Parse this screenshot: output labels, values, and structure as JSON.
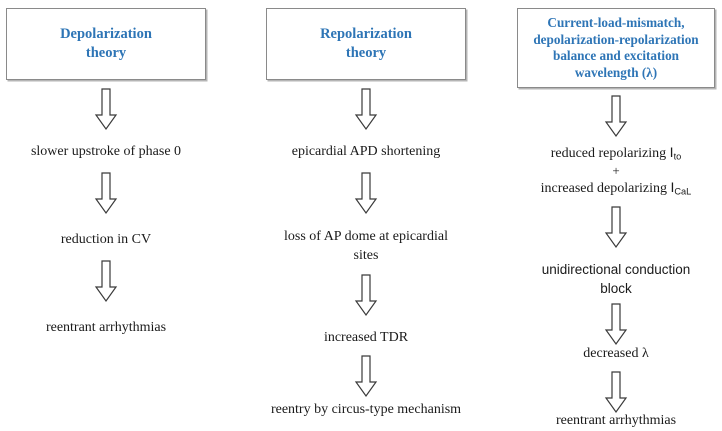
{
  "figure": {
    "type": "flowchart",
    "columns": 3,
    "arrow_glyph": "hollow-block-down-arrow",
    "colors": {
      "header_text": "#2e75b6",
      "box_border": "#8a8a8a",
      "body_text": "#1a1a1a",
      "background": "#ffffff",
      "arrow_outline": "#3a3a3a",
      "arrow_fill": "#ffffff"
    }
  },
  "columns": [
    {
      "id": "depolarization",
      "header": "Depolarization\ntheory",
      "header_line1": "Depolarization",
      "header_line2": "theory",
      "steps": [
        {
          "text": "slower upstroke of phase 0",
          "font": "serif"
        },
        {
          "text": "reduction in CV",
          "font": "serif"
        },
        {
          "text": "reentrant arrhythmias",
          "font": "serif"
        }
      ]
    },
    {
      "id": "repolarization",
      "header": "Repolarization\ntheory",
      "header_line1": "Repolarization",
      "header_line2": "theory",
      "steps": [
        {
          "text": "epicardial APD shortening",
          "font": "serif"
        },
        {
          "text": "loss of AP dome at epicardial sites",
          "line1": "loss of AP dome at epicardial",
          "line2": "sites",
          "font": "serif"
        },
        {
          "text": "increased TDR",
          "font": "serif"
        },
        {
          "text": "reentry by circus-type mechanism",
          "font": "serif"
        }
      ]
    },
    {
      "id": "current-load-mismatch",
      "header": "Current-load-mismatch, depolarization-repolarization balance and excitation wavelength (λ)",
      "header_line1": "Current-load-mismatch,",
      "header_line2": "depolarization-repolarization",
      "header_line3": "balance and excitation",
      "header_line4": "wavelength (λ)",
      "steps": [
        {
          "text": "reduced repolarizing Ito + increased depolarizing ICaL",
          "line1_prefix": "reduced repolarizing ",
          "line1_ion": "I",
          "line1_sub": "to",
          "plus": "+",
          "line3_prefix": "increased depolarizing ",
          "line3_ion": "I",
          "line3_sub": "CaL",
          "font": "serif"
        },
        {
          "text": "unidirectional conduction block",
          "line1": "unidirectional conduction",
          "line2": "block",
          "font": "sans"
        },
        {
          "text": "decreased λ",
          "font": "serif"
        },
        {
          "text": "reentrant arrhythmias",
          "font": "serif"
        }
      ]
    }
  ]
}
